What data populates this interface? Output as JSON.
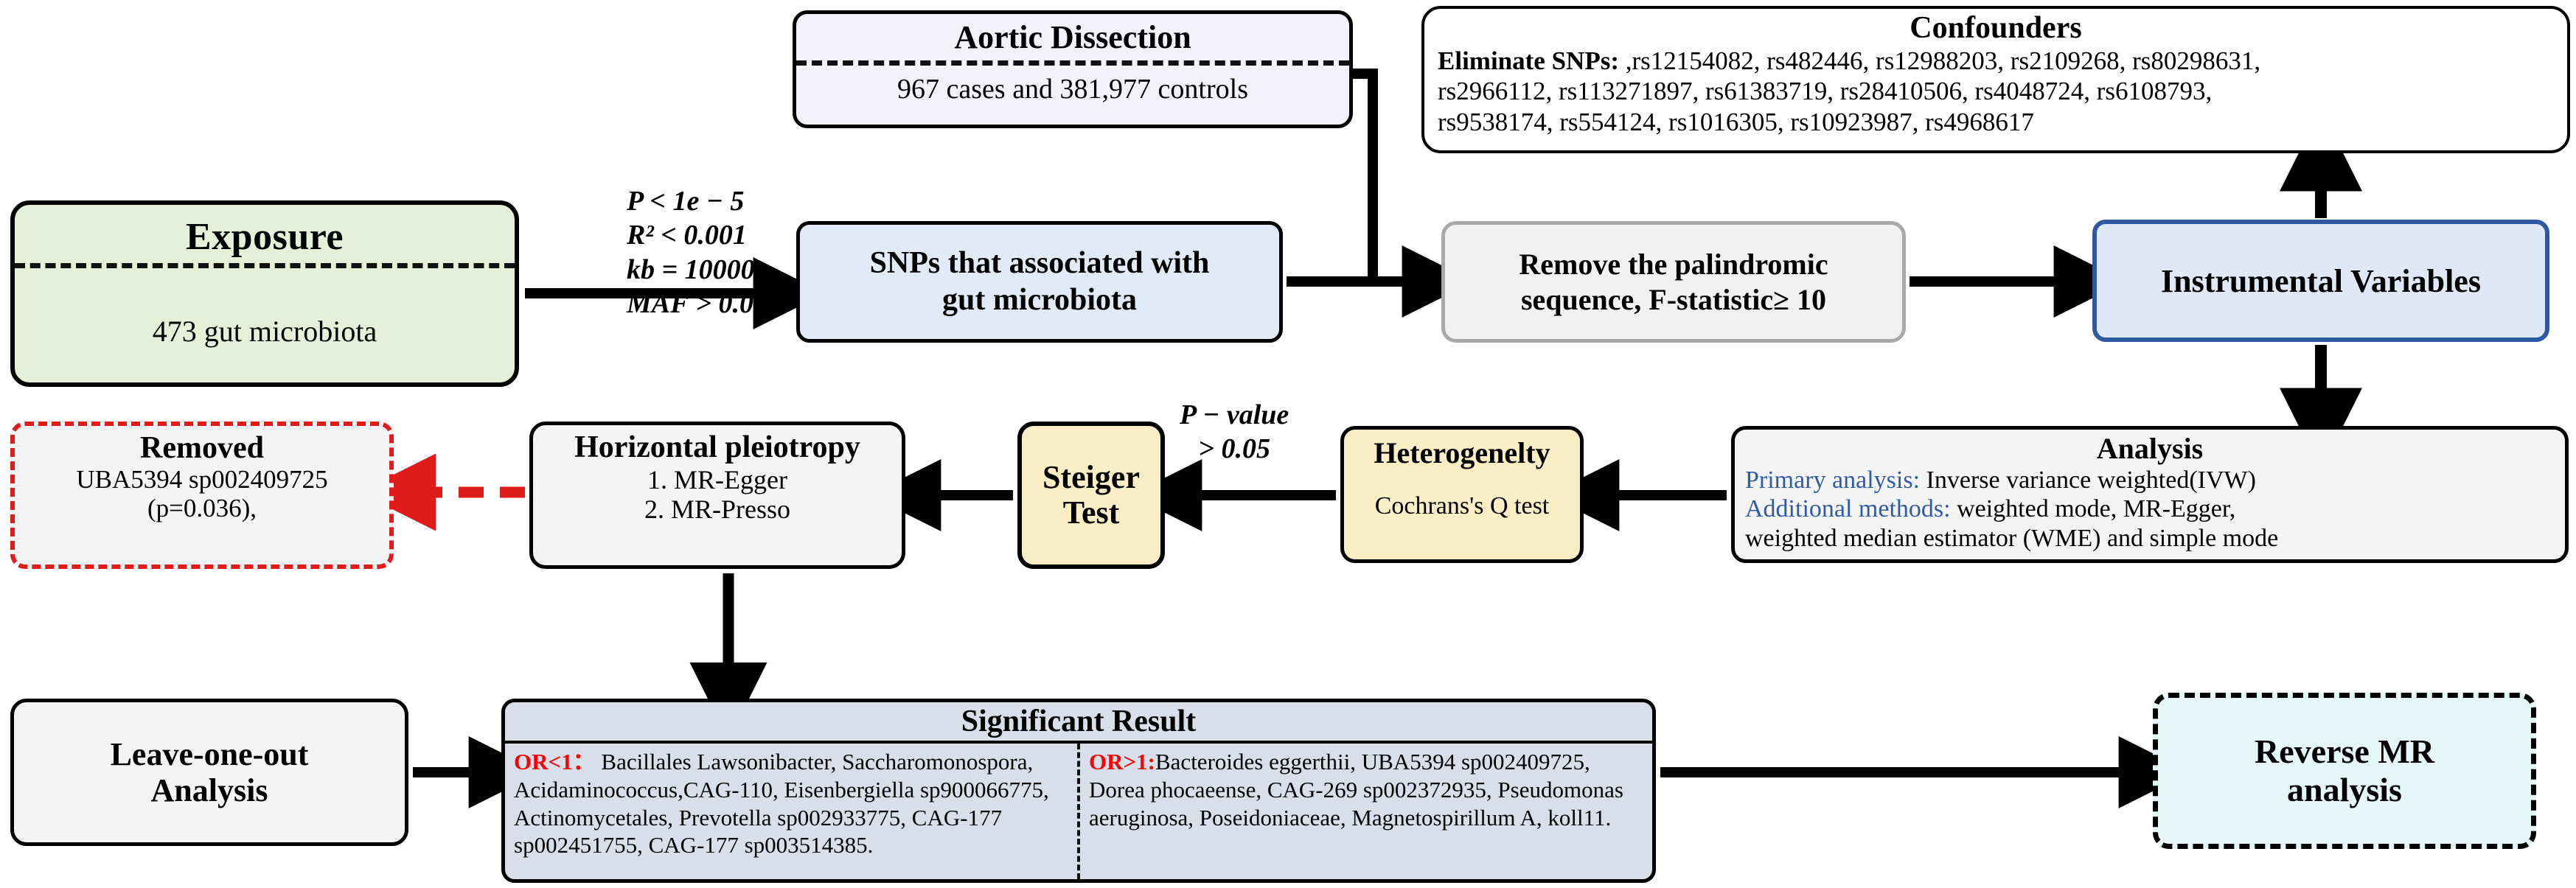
{
  "exposure": {
    "title": "Exposure",
    "subtitle": "473 gut microbiota"
  },
  "selection_criteria": {
    "line1": "P < 1e − 5",
    "line2": "R² < 0.001",
    "line3": "kb = 10000",
    "line4": "MAF > 0.01"
  },
  "outcome": {
    "title": "Aortic Dissection",
    "subtitle": "967 cases and 381,977 controls"
  },
  "confounders": {
    "title": "Confounders",
    "prefix": "Eliminate SNPs:",
    "snp_lines": [
      " ,rs12154082, rs482446, rs12988203, rs2109268, rs80298631,",
      "rs2966112, rs113271897, rs61383719, rs28410506, rs4048724, rs6108793,",
      "rs9538174, rs554124, rs1016305, rs10923987, rs4968617"
    ]
  },
  "snp_box": {
    "line1": "SNPs that associated with",
    "line2": "gut microbiota"
  },
  "palindromic": {
    "line1": "Remove the palindromic",
    "line2": "sequence, F-statistic≥ 10"
  },
  "instrumental_variables": {
    "title": "Instrumental Variables"
  },
  "analysis": {
    "title": "Analysis",
    "primary_label": "Primary analysis:",
    "primary_text": " Inverse variance weighted(IVW)",
    "additional_label": "Additional methods:",
    "additional_text": " weighted mode, MR-Egger,",
    "additional_text2": "weighted median estimator (WME) and simple mode"
  },
  "heterogeneity": {
    "title": "Heterogenelty",
    "subtitle": "Cochrans's Q test"
  },
  "pvalue_gate": {
    "line1": "P − value",
    "line2": "> 0.05"
  },
  "steiger": {
    "line1": "Steiger",
    "line2": "Test"
  },
  "horizontal_pleiotropy": {
    "title": "Horizontal pleiotropy",
    "item1": "1. MR-Egger",
    "item2": "2. MR-Presso"
  },
  "removed": {
    "title": "Removed",
    "line1": "UBA5394 sp002409725",
    "line2": "(p=0.036),"
  },
  "leave_one_out": {
    "line1": "Leave-one-out",
    "line2": "Analysis"
  },
  "significant_result": {
    "title": "Significant Result",
    "or_less_label": "OR<1：",
    "or_less_text": "  Bacillales Lawsonibacter, Saccharomonospora, Acidaminococcus,CAG-110, Eisenbergiella sp900066775, Actinomycetales, Prevotella sp002933775, CAG-177 sp002451755, CAG-177 sp003514385.",
    "or_greater_label": "OR>1:",
    "or_greater_text": "Bacteroides eggerthii, UBA5394 sp002409725, Dorea phocaeense, CAG-269 sp002372935, Pseudomonas aeruginosa, Poseidoniaceae, Magnetospirillum A, koll11."
  },
  "reverse_mr": {
    "line1": "Reverse MR",
    "line2": "analysis"
  },
  "colors": {
    "exposure_fill": "#e6f0d8",
    "outcome_fill": "#f2f2f8",
    "snp_fill": "#e0ebf7",
    "iv_border": "#2e57a4",
    "iv_fill": "#dfe8f6",
    "heterogeneity_fill": "#fbeec4",
    "removed_border": "#e01b1b",
    "result_fill": "#d8dfeb",
    "reverse_fill": "#e6f7f7",
    "or_label": "#ff0000",
    "analysis_label": "#2f5aa8"
  }
}
